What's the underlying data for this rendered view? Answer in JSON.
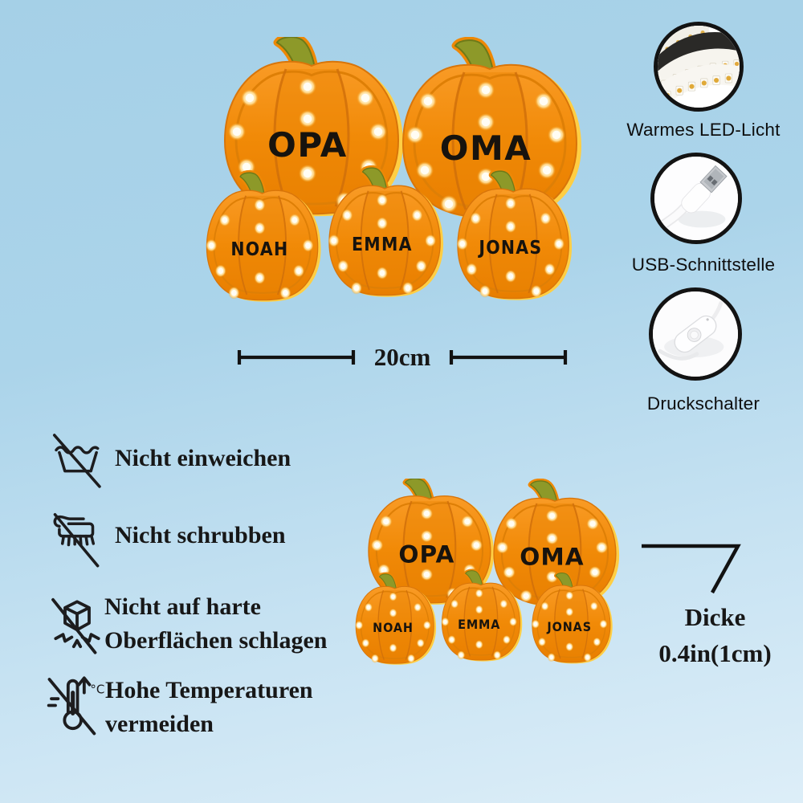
{
  "colors": {
    "background_top": "#a5d0e7",
    "background_bottom": "#ddeef8",
    "pumpkin_orange": "#f18a07",
    "pumpkin_rim_yellow": "#ffce43",
    "stem_olive": "#8d9929",
    "led_glow_warm": "#ffd98e",
    "text_dark": "#171717"
  },
  "pumpkin_sign": {
    "big_names": [
      "OPA",
      "OMA"
    ],
    "small_names": [
      "NOAH",
      "EMMA",
      "JONAS"
    ]
  },
  "features": [
    {
      "icon": "led-strip",
      "label": "Warmes LED-Licht"
    },
    {
      "icon": "usb-plug",
      "label": "USB-Schnittstelle"
    },
    {
      "icon": "push-switch",
      "label": "Druckschalter"
    }
  ],
  "width_dimension": {
    "label": "20cm"
  },
  "thickness": {
    "title": "Dicke",
    "value": "0.4in(1cm)"
  },
  "care_instructions": [
    {
      "icon": "no-soaking",
      "line1": "Nicht einweichen",
      "line2": ""
    },
    {
      "icon": "no-scrubbing",
      "line1": "Nicht schrubben",
      "line2": ""
    },
    {
      "icon": "no-hard-impact",
      "line1": "Nicht auf harte",
      "line2": "Oberflächen schlagen"
    },
    {
      "icon": "avoid-high-temp",
      "line1": "Hohe Temperaturen",
      "line2": "vermeiden"
    }
  ],
  "icon_text": {
    "temp_unit": "°C"
  }
}
